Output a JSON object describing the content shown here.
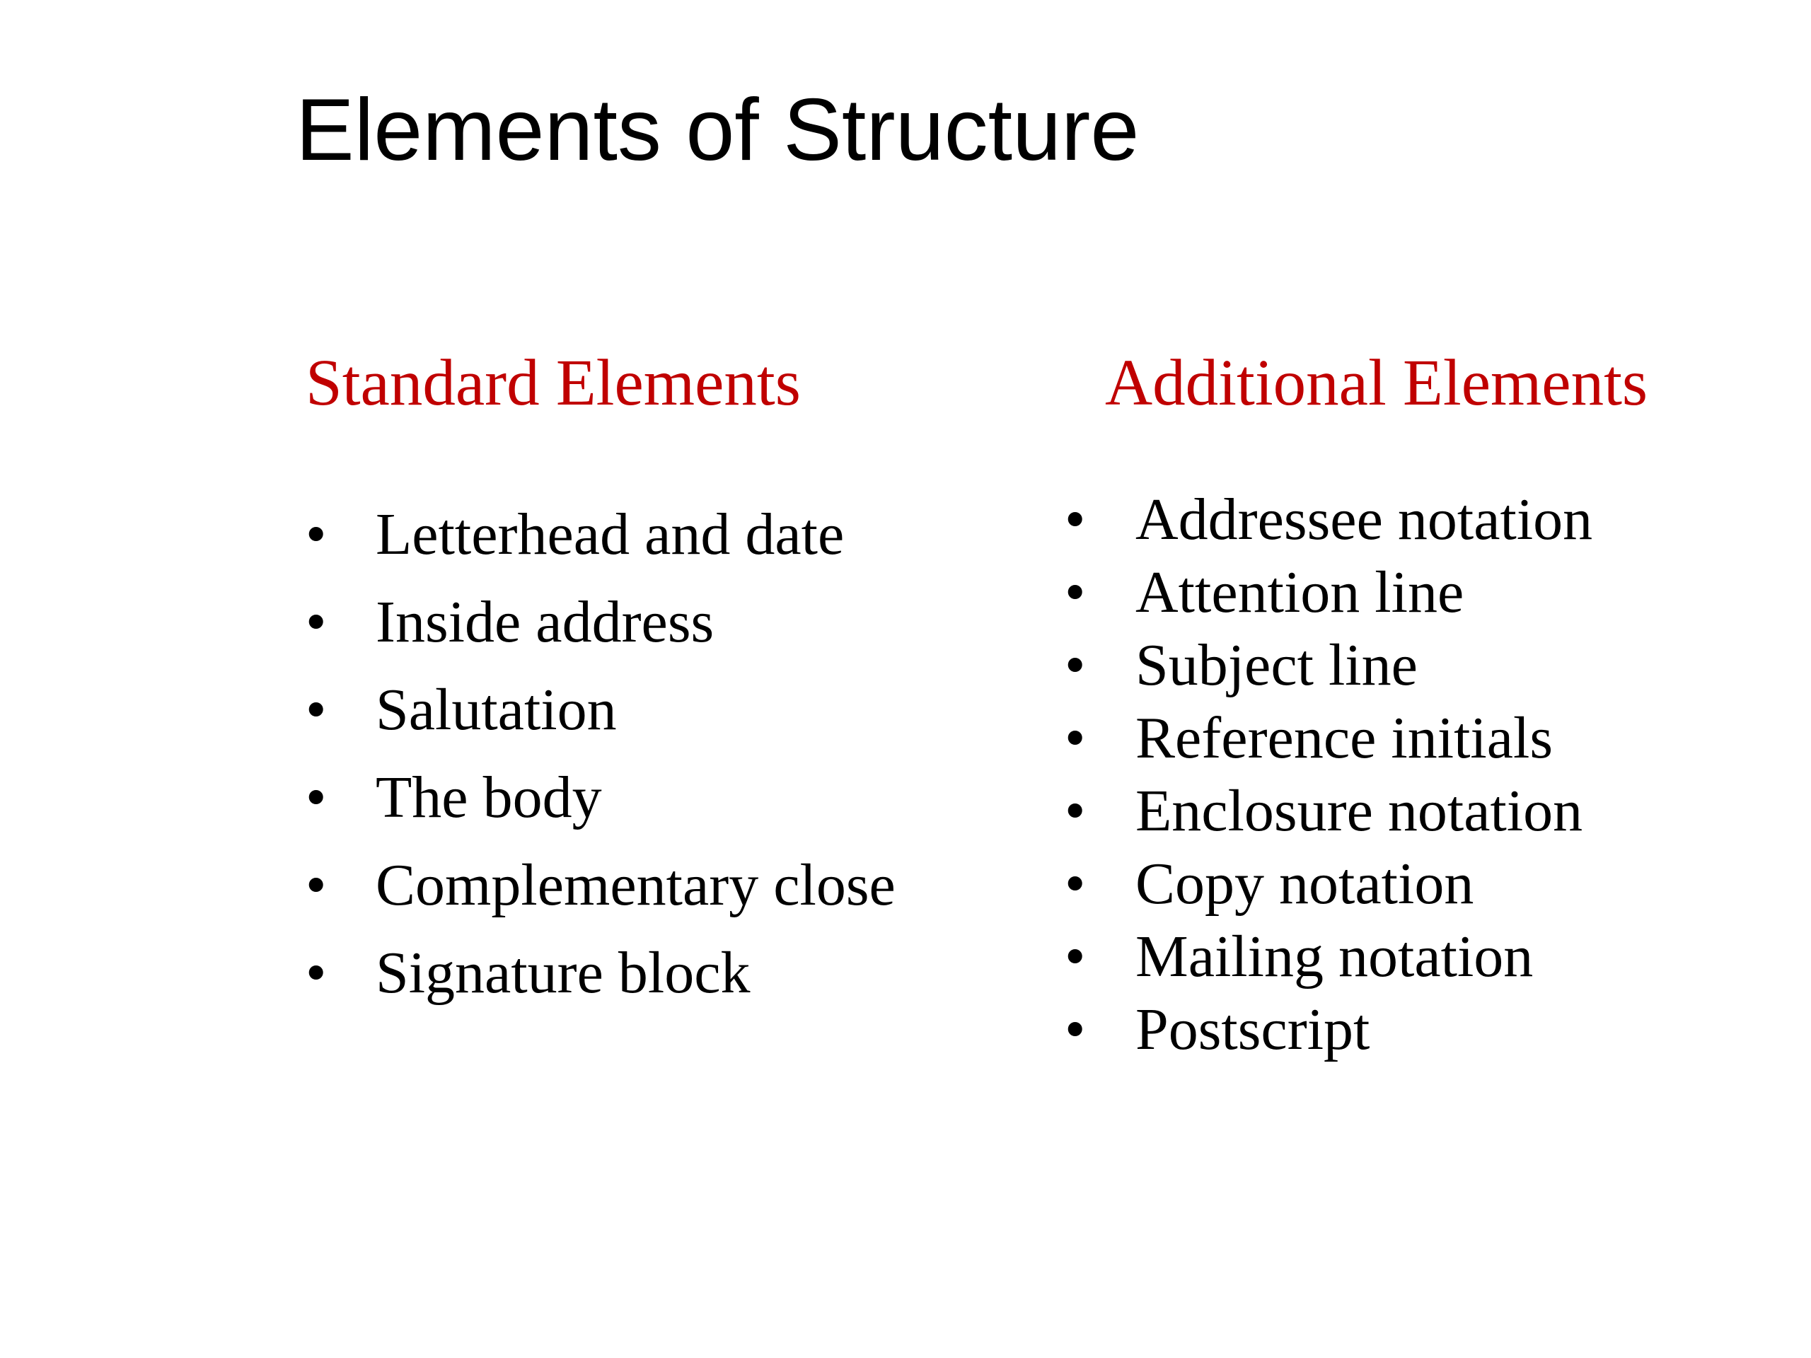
{
  "slide": {
    "title": "Elements of Structure",
    "accent_color": "#c00000",
    "bullet_glyph": "•",
    "columns": {
      "standard": {
        "heading": "Standard Elements",
        "items": [
          "Letterhead and date",
          "Inside address",
          "Salutation",
          "The body",
          "Complementary close",
          "Signature block"
        ]
      },
      "additional": {
        "heading": "Additional Elements",
        "items": [
          "Addressee notation",
          "Attention line",
          "Subject line",
          "Reference initials",
          "Enclosure notation",
          "Copy notation",
          "Mailing notation",
          "Postscript"
        ]
      }
    }
  }
}
